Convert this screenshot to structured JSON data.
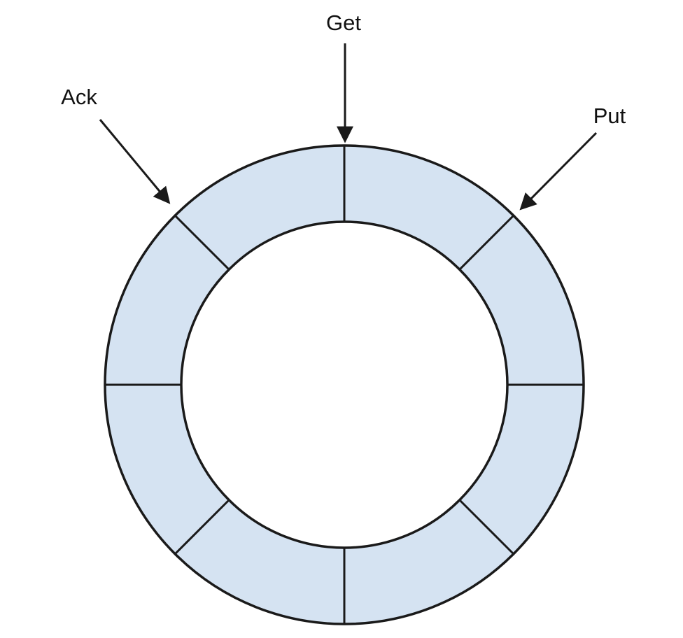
{
  "diagram": {
    "kind": "ring-buffer",
    "background_color": "#ffffff",
    "ring": {
      "segments": 8,
      "fill_color": "#d5e3f2",
      "stroke_color": "#1a1a1a"
    },
    "arrow_color": "#1a1a1a",
    "labels": {
      "get": "Get",
      "ack": "Ack",
      "put": "Put"
    }
  }
}
